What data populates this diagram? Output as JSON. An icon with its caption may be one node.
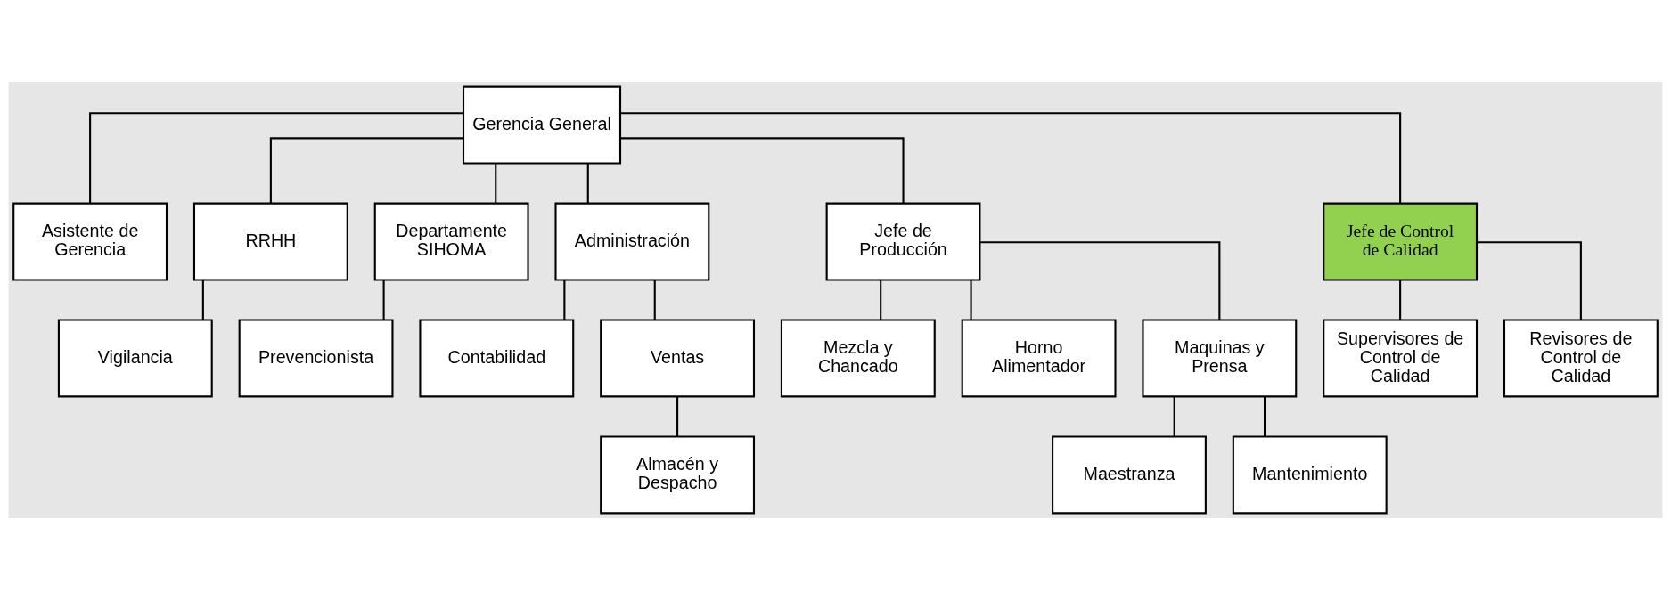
{
  "diagram": {
    "nodes": [
      {
        "text": [
          "Gerencia General"
        ]
      },
      {
        "text": [
          "Asistente de Gerencia"
        ]
      },
      {
        "text": [
          "RRHH"
        ]
      },
      {
        "text": [
          "Departamente SIHOMA"
        ]
      },
      {
        "text": [
          "Administración"
        ]
      },
      {
        "text": [
          "Jefe de Producción"
        ]
      },
      {
        "text": [
          "Jefe de Control de Calidad"
        ]
      },
      {
        "text": [
          "Vigilancia"
        ]
      },
      {
        "text": [
          "Prevencionista"
        ]
      },
      {
        "text": [
          "Contabilidad"
        ]
      },
      {
        "text": [
          "Ventas"
        ]
      },
      {
        "text": [
          "Almacén y Despacho"
        ]
      },
      {
        "text": [
          "Mezcla y Chancado"
        ]
      },
      {
        "text": [
          "Horno Alimentador"
        ]
      },
      {
        "text": [
          "Maquinas y Prensa"
        ]
      },
      {
        "text": [
          "Maestranza"
        ]
      },
      {
        "text": [
          "Mantenimiento"
        ]
      },
      {
        "text": [
          "Supervisores de Control de Calidad"
        ]
      },
      {
        "text": [
          "Revisores de Control de Calidad"
        ]
      }
    ],
    "edges": [
      {
        "from": 0,
        "to": 1,
        "arrow": "none"
      },
      {
        "from": 0,
        "to": 2,
        "arrow": "none"
      },
      {
        "from": 0,
        "to": 3,
        "arrow": "none"
      },
      {
        "from": 0,
        "to": 4,
        "arrow": "none"
      },
      {
        "from": 0,
        "to": 5,
        "arrow": "none"
      },
      {
        "from": 0,
        "to": 6,
        "arrow": "none"
      },
      {
        "from": 2,
        "to": 7,
        "arrow": "none"
      },
      {
        "from": 3,
        "to": 8,
        "arrow": "none"
      },
      {
        "from": 4,
        "to": 9,
        "arrow": "none"
      },
      {
        "from": 4,
        "to": 10,
        "arrow": "none"
      },
      {
        "from": 10,
        "to": 11,
        "arrow": "none"
      },
      {
        "from": 5,
        "to": 12,
        "arrow": "none"
      },
      {
        "from": 5,
        "to": 13,
        "arrow": "none"
      },
      {
        "from": 5,
        "to": 14,
        "arrow": "none"
      },
      {
        "from": 14,
        "to": 15,
        "arrow": "none"
      },
      {
        "from": 14,
        "to": 16,
        "arrow": "none"
      },
      {
        "from": 6,
        "to": 17,
        "arrow": "none"
      },
      {
        "from": 6,
        "to": 18,
        "arrow": "none"
      }
    ]
  }
}
